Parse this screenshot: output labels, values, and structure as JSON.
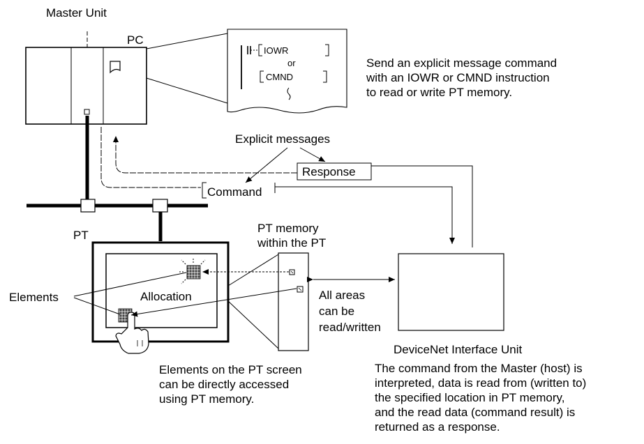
{
  "labels": {
    "master_unit": "Master Unit",
    "pc": "PC",
    "pt": "PT",
    "elements": "Elements",
    "allocation": "Allocation",
    "explicit_messages": "Explicit messages",
    "response": "Response",
    "command": "Command",
    "pt_memory_line1": "PT memory",
    "pt_memory_line2": "within the PT",
    "all_areas_line1": "All areas",
    "all_areas_line2": "can be",
    "all_areas_line3": "read/written",
    "devicenet_unit": "DeviceNet Interface Unit"
  },
  "ladder": {
    "iowr": "IOWR",
    "or": "or",
    "cmnd": "CMND"
  },
  "notes": {
    "send_command": [
      "Send an explicit message command",
      "with an IOWR or CMND instruction",
      "to read or write PT memory."
    ],
    "elements_access": [
      "Elements on the PT screen",
      "can be directly accessed",
      "using PT memory."
    ],
    "devicenet_desc": [
      "The command from the Master (host) is",
      "interpreted, data is read from (written to)",
      "the specified location in PT memory,",
      "and the read data (command result) is",
      "returned as a response."
    ]
  }
}
